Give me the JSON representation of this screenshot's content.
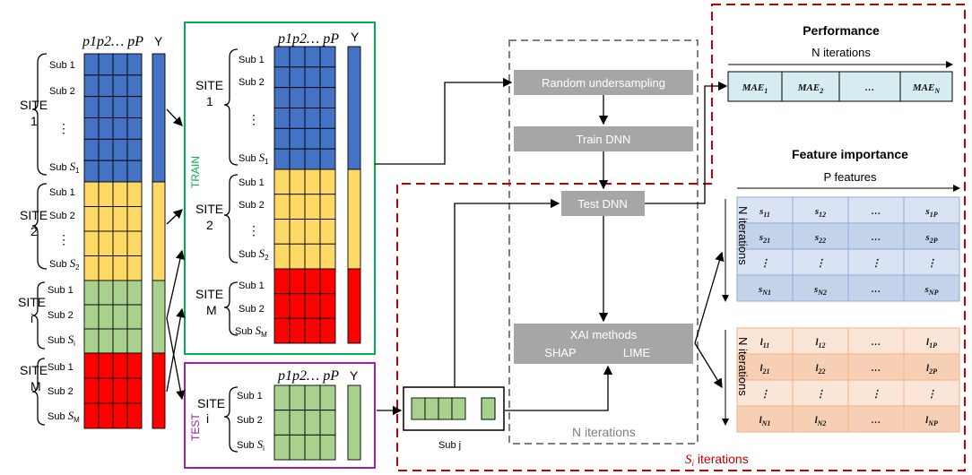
{
  "sites_left": {
    "site1": [
      "SITE",
      "1"
    ],
    "site2": [
      "SITE",
      "2"
    ],
    "sitei": [
      "SITE",
      "i"
    ],
    "siteM": [
      "SITE",
      "M"
    ],
    "sub1": "Sub 1",
    "sub2": "Sub 2",
    "dots": "⋮",
    "sub_s1": "Sub S1",
    "sub_s2": "Sub S2",
    "sub_si": "Sub Si",
    "sub_sM": "Sub SM"
  },
  "matrix_header": "p1p2… pP",
  "y_label": "Y",
  "train_label": "TRAIN",
  "test_label": "TEST",
  "subj_label": "Sub j",
  "pipeline": {
    "random_undersampling": "Random undersampling",
    "train_dnn": "Train DNN",
    "test_dnn": "Test DNN",
    "xai_methods": "XAI methods",
    "shap": "SHAP",
    "lime": "LIME",
    "n_iterations": "N iterations",
    "si_iterations": "Si iterations"
  },
  "performance": {
    "title": "Performance",
    "subtitle": "N iterations",
    "cells": [
      "MAE1",
      "MAE2",
      "…",
      "MAEN"
    ]
  },
  "feature_importance": {
    "title": "Feature importance",
    "subtitle": "P features",
    "side_label": "N iterations",
    "shap_rows": [
      [
        "s11",
        "s12",
        "…",
        "s1P"
      ],
      [
        "s21",
        "s22",
        "…",
        "s2P"
      ],
      [
        "⋮",
        "⋮",
        "⋮",
        "⋮"
      ],
      [
        "sN1",
        "sN2",
        "…",
        "sNP"
      ]
    ],
    "lime_rows": [
      [
        "l11",
        "l12",
        "…",
        "l1P"
      ],
      [
        "l21",
        "l22",
        "…",
        "l2P"
      ],
      [
        "⋮",
        "⋮",
        "⋮",
        "⋮"
      ],
      [
        "lN1",
        "lN2",
        "…",
        "lNP"
      ]
    ]
  },
  "colors": {
    "blue": "#4472c4",
    "yellow": "#ffd966",
    "green": "#a9d18e",
    "red": "#ff0000",
    "gray_box": "#a6a6a6",
    "train_border": "#00b050",
    "test_border": "#a020a0",
    "dashed_red": "#c00000",
    "dashed_gray": "#7f7f7f",
    "perf_fill": "#d6ecf0",
    "shap_fill": "#dae3f3",
    "lime_fill": "#fbe5d6"
  }
}
